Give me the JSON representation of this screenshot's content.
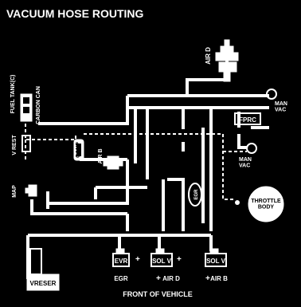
{
  "title": "VACUUM HOSE ROUTING",
  "footer": "FRONT OF VEHICLE",
  "labels": {
    "air_d_top": "AIR D",
    "fuel_tank": "FUEL TANK(C)",
    "carbon_can": "CARBON CAN",
    "v_rest": "V REST",
    "canp": "CANP",
    "air_b_mid": "AIR B",
    "map": "MAP",
    "egr_valve": "EGR",
    "fprc": "FPRC",
    "man_vac_1": "MAN\nVAC",
    "man_vac_2": "MAN\nVAC",
    "throttle_body": "THROTTLE\nBODY",
    "evr": "EVR",
    "sol_v_1": "SOL V",
    "sol_v_2": "SOL V",
    "egr_bottom": "EGR",
    "air_d_bottom": "AIR D",
    "air_b_bottom": "AIR B",
    "vreser": "VRESER"
  }
}
